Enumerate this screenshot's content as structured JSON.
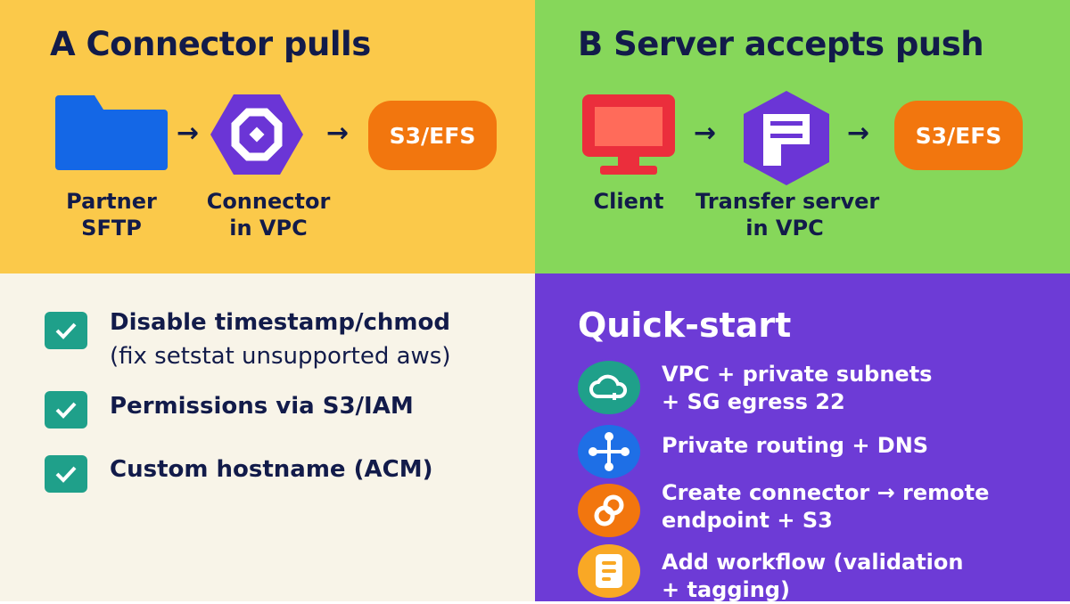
{
  "panel_a": {
    "title": "A  Connector pulls",
    "nodes": [
      {
        "label_1": "Partner",
        "label_2": "SFTP",
        "icon": "folder-icon"
      },
      {
        "label_1": "Connector",
        "label_2": "in VPC",
        "icon": "connector-hexagon-icon"
      },
      {
        "label": "S3/EFS"
      }
    ],
    "arrow": "→"
  },
  "panel_b": {
    "title": "B  Server accepts push",
    "nodes": [
      {
        "label_1": "Client",
        "icon": "monitor-icon"
      },
      {
        "label_1": "Transfer server",
        "label_2": "in VPC",
        "icon": "server-hexagon-icon"
      },
      {
        "label": "S3/EFS"
      }
    ],
    "arrow": "→"
  },
  "checklist": [
    {
      "line_1": "Disable timestamp/chmod",
      "line_2": "(fix setstat unsupported aws)"
    },
    {
      "line_1": "Permissions via S3/IAM"
    },
    {
      "line_1": "Custom hostname (ACM)"
    }
  ],
  "quickstart": {
    "title": "Quick-start",
    "steps": [
      {
        "line_1": "VPC + private subnets",
        "line_2": "+ SG egress 22",
        "icon": "cloud-icon",
        "color": "#1FA08A"
      },
      {
        "line_1": "Private routing + DNS",
        "icon": "network-icon",
        "color": "#1E6FE6"
      },
      {
        "line_1": "Create connector → remote",
        "line_2": "endpoint + S3",
        "icon": "link-icon",
        "color": "#F2760E"
      },
      {
        "line_1": "Add workflow (validation",
        "line_2": "+ tagging)",
        "icon": "document-icon",
        "color": "#F9A825"
      }
    ]
  },
  "colors": {
    "panel_a": "#FBC94A",
    "panel_b": "#86D75A",
    "panel_c": "#F8F4E8",
    "panel_d": "#6D3BD6",
    "text": "#121B4A"
  }
}
